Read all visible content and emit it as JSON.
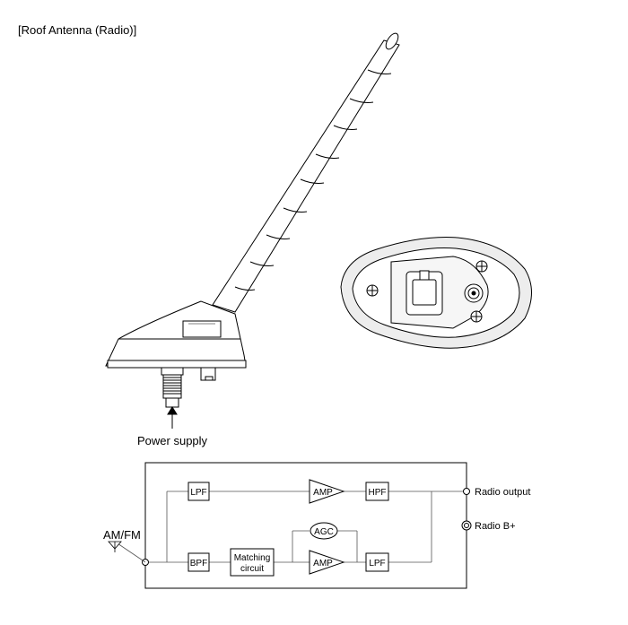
{
  "title": "[Roof Antenna (Radio)]",
  "callouts": {
    "power_supply": "Power supply"
  },
  "circuit": {
    "input_label": "AM/FM",
    "blocks": {
      "lpf_top": "LPF",
      "amp_top": "AMP",
      "hpf_top": "HPF",
      "agc": "AGC",
      "bpf": "BPF",
      "matching_line1": "Matching",
      "matching_line2": "circuit",
      "amp_bottom": "AMP",
      "lpf_bottom": "LPF"
    },
    "outputs": {
      "radio_output": "Radio output",
      "radio_b_plus": "Radio B+"
    }
  },
  "colors": {
    "line": "#000000",
    "shade": "#ededed",
    "light_line": "#555555"
  }
}
